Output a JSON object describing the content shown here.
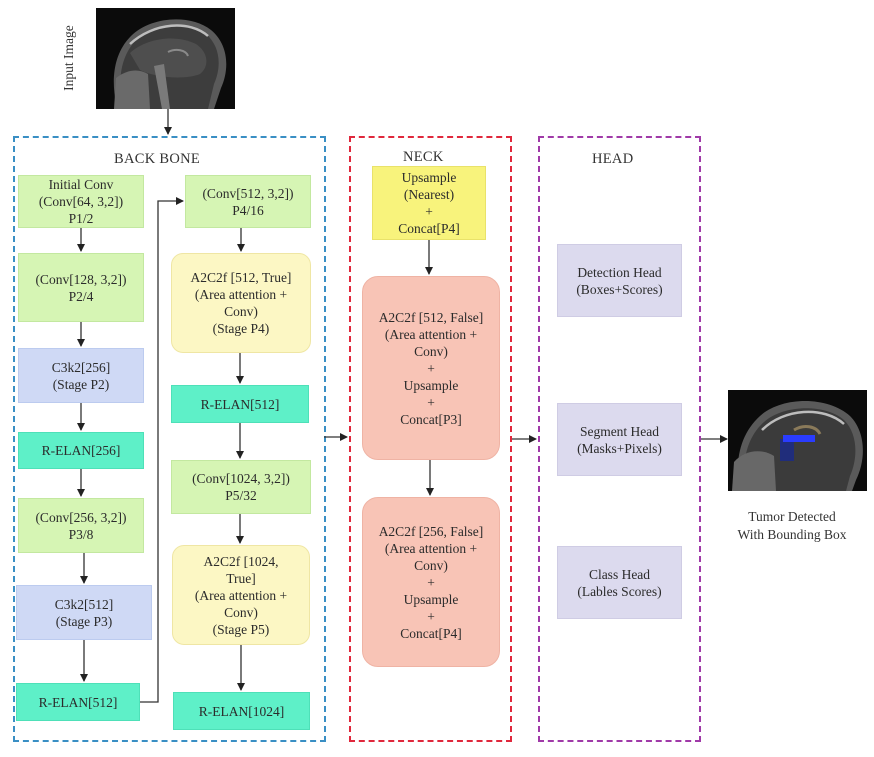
{
  "input": {
    "label": "Input Image",
    "image_icon": "mri-brain-sagittal"
  },
  "backbone": {
    "title": "BACK BONE",
    "color": "#3a8fc4",
    "nodes": [
      {
        "id": "initial-conv",
        "text": "Initial Conv\n(Conv[64, 3,2])\nP1/2",
        "style": "green"
      },
      {
        "id": "conv-128",
        "text": "(Conv[128, 3,2])\nP2/4",
        "style": "green"
      },
      {
        "id": "c3k2-256",
        "text": "C3k2[256]\n(Stage P2)",
        "style": "blue"
      },
      {
        "id": "relan-256",
        "text": "R-ELAN[256]",
        "style": "teal"
      },
      {
        "id": "conv-256",
        "text": "(Conv[256, 3,2])\nP3/8",
        "style": "green"
      },
      {
        "id": "c3k2-512",
        "text": "C3k2[512]\n(Stage P3)",
        "style": "blue"
      },
      {
        "id": "relan-512-a",
        "text": "R-ELAN[512]",
        "style": "teal"
      },
      {
        "id": "conv-512",
        "text": "(Conv[512, 3,2])\nP4/16",
        "style": "green"
      },
      {
        "id": "a2c2f-512",
        "text": "A2C2f [512, True]\n(Area attention +\nConv)\n(Stage P4)",
        "style": "cream"
      },
      {
        "id": "relan-512-b",
        "text": "R-ELAN[512]",
        "style": "teal"
      },
      {
        "id": "conv-1024",
        "text": "(Conv[1024, 3,2])\nP5/32",
        "style": "green"
      },
      {
        "id": "a2c2f-1024",
        "text": "A2C2f [1024,\nTrue]\n(Area attention +\nConv)\n(Stage P5)",
        "style": "cream"
      },
      {
        "id": "relan-1024",
        "text": "R-ELAN[1024]",
        "style": "teal"
      }
    ]
  },
  "neck": {
    "title": "NECK",
    "color": "#e0283c",
    "nodes": [
      {
        "id": "upsample-concat-p4",
        "text": "Upsample\n(Nearest)\n+\nConcat[P4]",
        "style": "yellow"
      },
      {
        "id": "a2c2f-512-false",
        "text": "A2C2f [512, False]\n(Area attention +\nConv)\n+\nUpsample\n+\nConcat[P3]",
        "style": "salmon"
      },
      {
        "id": "a2c2f-256-false",
        "text": "A2C2f [256, False]\n(Area attention +\nConv)\n+\nUpsample\n+\nConcat[P4]",
        "style": "salmon"
      }
    ]
  },
  "head": {
    "title": "HEAD",
    "color": "#a03aa8",
    "nodes": [
      {
        "id": "detection-head",
        "text": "Detection Head\n(Boxes+Scores)",
        "style": "lav"
      },
      {
        "id": "segment-head",
        "text": "Segment Head\n(Masks+Pixels)",
        "style": "lav"
      },
      {
        "id": "class-head",
        "text": "Class Head\n(Lables Scores)",
        "style": "lav"
      }
    ]
  },
  "output": {
    "caption": "Tumor Detected\nWith Bounding Box",
    "image_icon": "mri-brain-with-bounding-box",
    "bbox_color": "#2a3cff"
  }
}
